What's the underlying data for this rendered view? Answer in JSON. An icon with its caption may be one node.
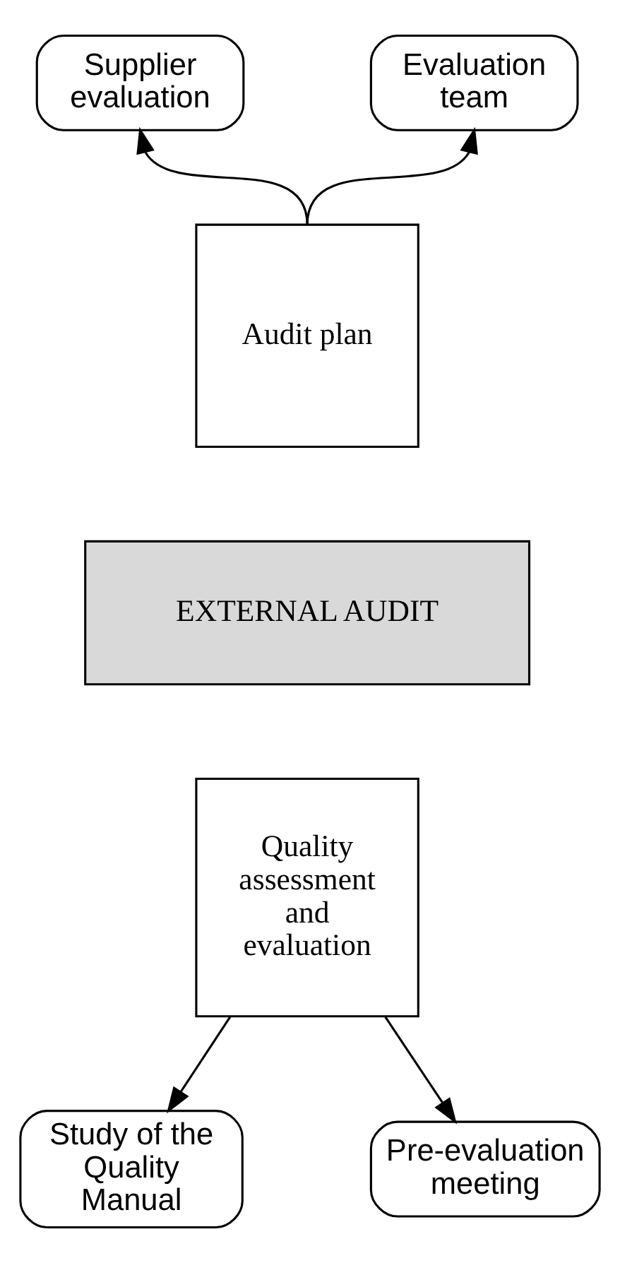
{
  "diagram": {
    "nodes": [
      {
        "text": [
          "Supplier evaluation"
        ]
      },
      {
        "text": [
          "Evaluation team"
        ]
      },
      {
        "text": [
          "Audit plan"
        ]
      },
      {
        "text": [
          "EXTERNAL AUDIT"
        ]
      },
      {
        "text": [
          "Quality assessment and evaluation"
        ]
      },
      {
        "text": [
          "Study of the Quality Manual"
        ]
      },
      {
        "text": [
          "Pre-evaluation meeting"
        ]
      }
    ],
    "edges": [
      {
        "from": 2,
        "to": 0,
        "arrow": "to"
      },
      {
        "from": 2,
        "to": 1,
        "arrow": "to"
      },
      {
        "from": 4,
        "to": 5,
        "arrow": "to"
      },
      {
        "from": 4,
        "to": 6,
        "arrow": "to"
      }
    ]
  }
}
